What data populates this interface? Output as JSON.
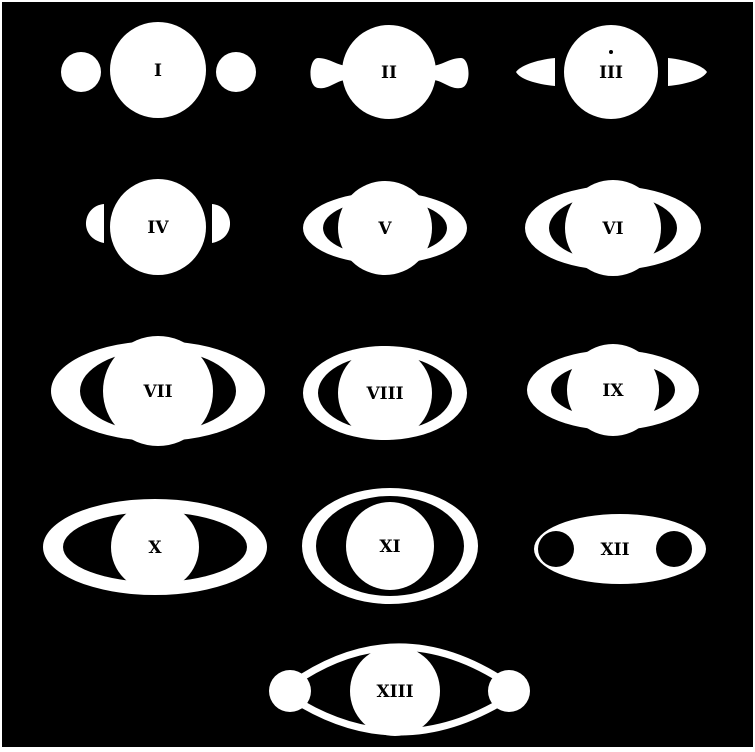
{
  "colors": {
    "background": "#000000",
    "figure": "#ffffff",
    "frame": "#ffffff",
    "label": "#000000"
  },
  "panels": [
    {
      "label": "I",
      "shape": "disc-with-two-round-satellites"
    },
    {
      "label": "II",
      "shape": "disc-with-handle-lobes"
    },
    {
      "label": "III",
      "shape": "disc-with-pointed-ansae"
    },
    {
      "label": "IV",
      "shape": "disc-with-half-moon-ansae"
    },
    {
      "label": "V",
      "shape": "disc-with-crescent-ring"
    },
    {
      "label": "VI",
      "shape": "disc-with-wider-crescent-ring"
    },
    {
      "label": "VII",
      "shape": "disc-with-wide-crescent-ring"
    },
    {
      "label": "VIII",
      "shape": "disc-with-open-ring"
    },
    {
      "label": "IX",
      "shape": "disc-with-elliptical-ring"
    },
    {
      "label": "X",
      "shape": "disc-with-flat-elliptical-ring"
    },
    {
      "label": "XI",
      "shape": "disc-with-tall-crescent-ring"
    },
    {
      "label": "XII",
      "shape": "ellipse-with-two-dark-holes"
    },
    {
      "label": "XIII",
      "shape": "disc-with-arcs-to-two-satellites"
    }
  ]
}
